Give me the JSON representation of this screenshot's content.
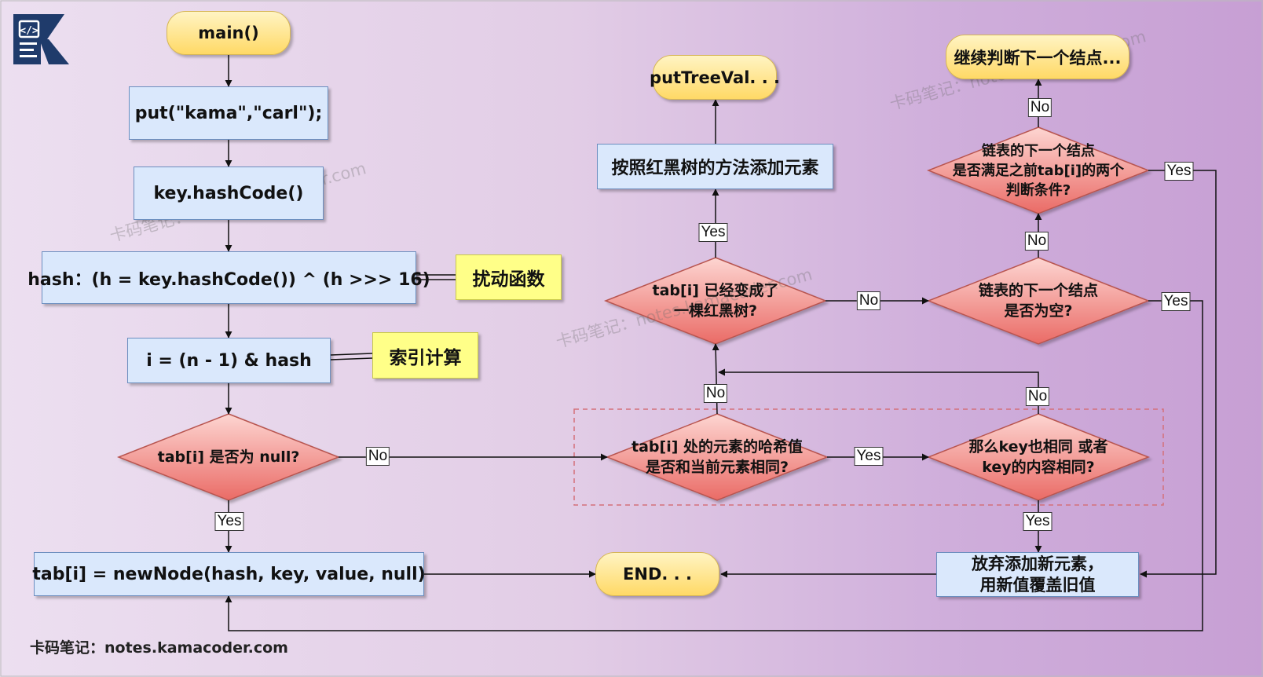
{
  "nodes": {
    "main": "main()",
    "put": "put(\"kama\",\"carl\");",
    "hashcode": "key.hashCode()",
    "hash": "hash：(h = key.hashCode()) ^ (h >>> 16)",
    "index": "i = (n - 1) & hash",
    "new_node": "tab[i] = newNode(hash, key, value, null)",
    "end": "END. . .",
    "put_tree_val": "putTreeVal. . .",
    "add_rb_tree": "按照红黑树的方法添加元素",
    "continue_next": "继续判断下一个结点...",
    "discard": [
      "放弃添加新元素，",
      "用新值覆盖旧值"
    ]
  },
  "notes": {
    "perturb": "扰动函数",
    "index_calc": "索引计算"
  },
  "decisions": {
    "is_null": [
      "tab[i] 是否为 null?"
    ],
    "same_hash": [
      "tab[i] 处的元素的哈希值",
      "是否和当前元素相同?"
    ],
    "same_key": [
      "那么key也相同 或者",
      "key的内容相同?"
    ],
    "is_tree": [
      "tab[i] 已经变成了",
      "一棵红黑树?"
    ],
    "next_empty": [
      "链表的下一个结点",
      "是否为空?"
    ],
    "next_match": [
      "链表的下一个结点",
      "是否满足之前tab[i]的两个",
      "判断条件?"
    ]
  },
  "edge_labels": {
    "null_no": "No",
    "null_yes": "Yes",
    "hash_yes": "Yes",
    "hash_no": "No",
    "key_yes": "Yes",
    "key_no": "No",
    "tree_yes": "Yes",
    "tree_no": "No",
    "empty_no": "No",
    "empty_yes": "Yes",
    "match_no": "No",
    "match_yes": "Yes"
  },
  "watermark": "卡码笔记：notes.kamacoder.com",
  "footer": "卡码笔记：notes.kamacoder.com",
  "colors": {
    "process_fill": "#dae8fc",
    "process_border": "#6c8ebf",
    "terminal_fill": "#ffd966",
    "decision_fill": "#f19c99",
    "decision_border": "#b85450",
    "note_fill": "#ffff88",
    "logo": "#1f3b6b"
  }
}
